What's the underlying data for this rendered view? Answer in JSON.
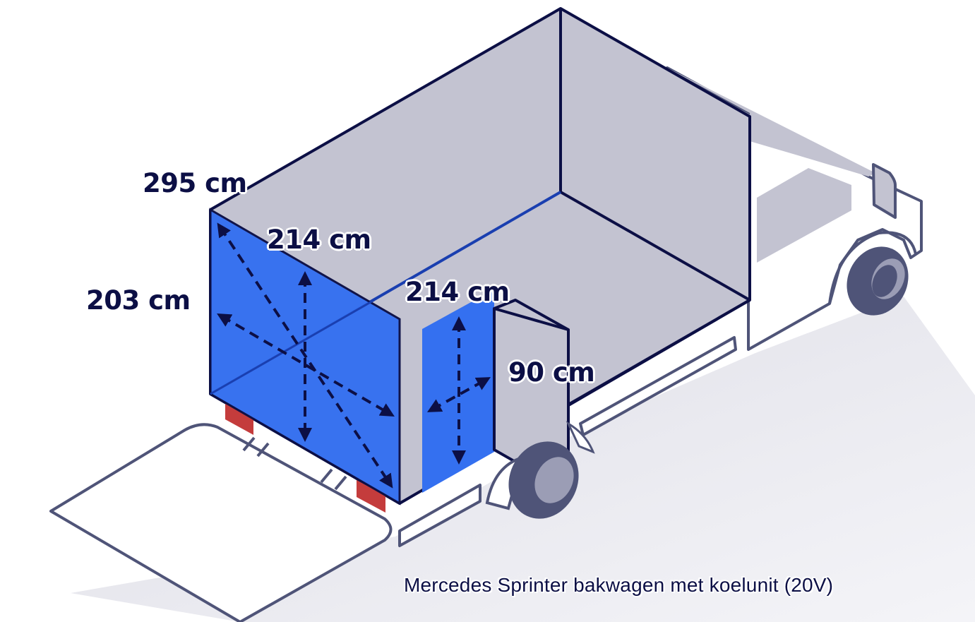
{
  "figure": {
    "subject": "Mercedes Sprinter box truck with refrigeration unit and tail lift",
    "caption": "Mercedes Sprinter bakwagen met koelunit (20V)",
    "colors": {
      "cargo_box": "#c3c3d1",
      "door_opening": "#3470f0",
      "outline_dark": "#0c0f45",
      "outline_light": "#4f5478",
      "reflector": "#c43c3c",
      "shadow": "#e3e3ea",
      "tire": "#4f5478"
    }
  },
  "dimensions": {
    "length": "295 cm",
    "rear_width": "214 cm",
    "rear_height": "203 cm",
    "side_door_height": "214 cm",
    "side_door_width": "90 cm"
  }
}
